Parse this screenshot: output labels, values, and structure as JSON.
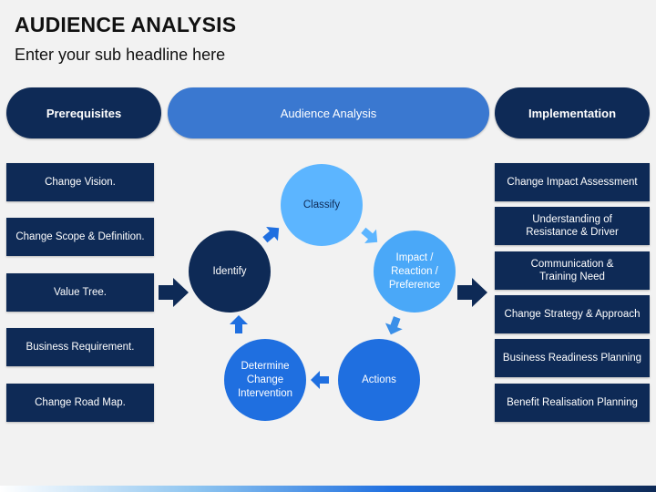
{
  "header": {
    "title": "AUDIENCE ANALYSIS",
    "subtitle": "Enter your sub headline here"
  },
  "pills": {
    "prerequisites": "Prerequisites",
    "audience_analysis": "Audience Analysis",
    "implementation": "Implementation"
  },
  "prerequisites": [
    "Change Vision.",
    "Change Scope & Definition.",
    "Value Tree.",
    "Business Requirement.",
    "Change Road Map."
  ],
  "cycle": {
    "identify": "Identify",
    "classify": "Classify",
    "impact": "Impact /\nReaction /\nPreference",
    "actions": "Actions",
    "determine": "Determine\nChange\nIntervention"
  },
  "implementation": [
    "Change Impact Assessment",
    "Understanding of\nResistance & Driver",
    "Communication &\nTraining Need",
    "Change Strategy & Approach",
    "Business Readiness Planning",
    "Benefit Realisation Planning"
  ],
  "colors": {
    "navy": "#0e2a56",
    "blue": "#3a78d0",
    "bright_blue": "#1f6fe0",
    "light_blue": "#5cb5ff"
  }
}
